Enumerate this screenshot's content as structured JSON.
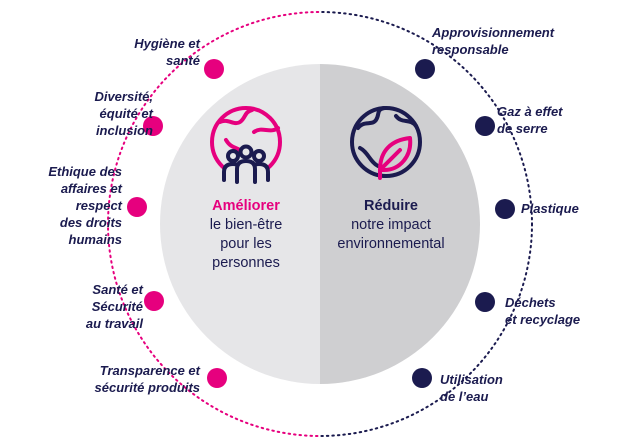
{
  "colors": {
    "pink": "#e6007e",
    "navy": "#1b1b4f",
    "left_half": "#e6e6e8",
    "right_half": "#cfcfd1"
  },
  "left_items": [
    {
      "label": "Hygiène et\nsanté"
    },
    {
      "label": "Diversité,\néquité et\ninclusion"
    },
    {
      "label": "Ethique des\naffaires et\nrespect\ndes droits\nhumains"
    },
    {
      "label": "Santé et\nSécurité\nau travail"
    },
    {
      "label": "Transparence et\nsécurité produits"
    }
  ],
  "right_items": [
    {
      "label": "Approvisionnement\nresponsable"
    },
    {
      "label": "Gaz à effet\nde serre"
    },
    {
      "label": "Plastique"
    },
    {
      "label": "Déchets\net recyclage"
    },
    {
      "label": "Utilisation\nde l’eau"
    }
  ],
  "center_left": {
    "heading": "Améliorer",
    "body": "le bien-être\npour les\npersonnes",
    "icon": "globe-people-icon"
  },
  "center_right": {
    "heading": "Réduire",
    "body": "notre impact\nenvironnemental",
    "icon": "globe-leaf-icon"
  }
}
